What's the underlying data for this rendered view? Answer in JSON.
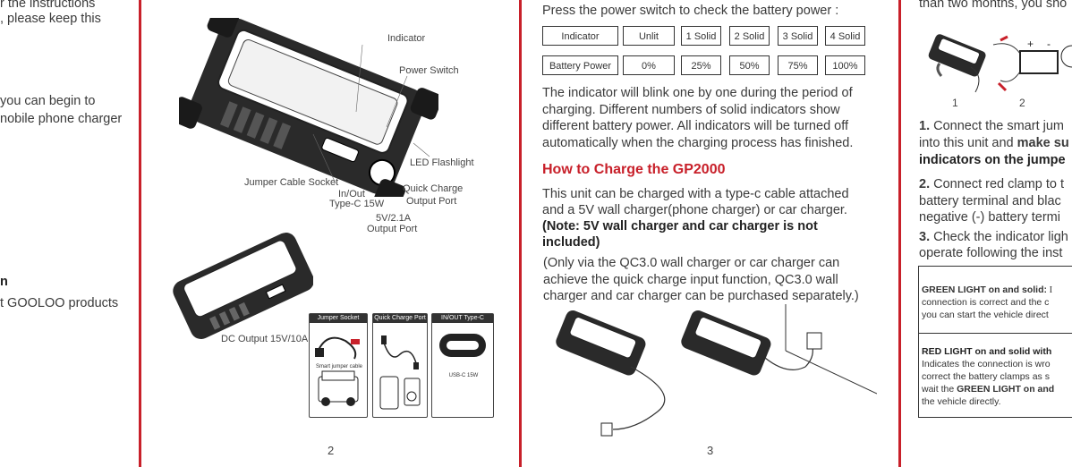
{
  "left_col": {
    "lines": [
      "r the instructions",
      ", please keep this",
      "you can begin to",
      "nobile phone charger",
      "n",
      "t GOOLOO products"
    ]
  },
  "page2": {
    "labels": {
      "indicator": "Indicator",
      "power_switch": "Power Switch",
      "led_flashlight": "LED Flashlight",
      "jumper_cable_socket": "Jumper Cable Socket",
      "inout_1": "In/Out",
      "inout_2": "Type-C 15W",
      "quick_charge_1": "Quick Charge",
      "quick_charge_2": "Output Port",
      "usb_1": "5V/2.1A",
      "usb_2": "Output Port",
      "dc_output": "DC Output 15V/10A"
    },
    "ports": [
      {
        "title": "Jumper Socket",
        "caption": "Smart jumper cable"
      },
      {
        "title": "Quick Charge Port",
        "caption": ""
      },
      {
        "title": "IN/OUT Type-C",
        "caption": "USB-C 15W"
      }
    ],
    "page_number": "2"
  },
  "page3": {
    "intro": "Press the power switch to check the battery power :",
    "table": {
      "row1": [
        "Indicator",
        "Unlit",
        "1 Solid",
        "2 Solid",
        "3 Solid",
        "4 Solid"
      ],
      "row2": [
        "Battery Power",
        "0%",
        "25%",
        "50%",
        "75%",
        "100%"
      ]
    },
    "para1": [
      "The indicator will blink one by one during the period of",
      "charging. Different numbers of solid indicators show",
      "different battery power. All indicators will be turned off",
      "automatically when the charging process has finished."
    ],
    "heading": "How to Charge the GP2000",
    "para2": [
      "This unit can be charged with a type-c cable attached",
      "and a 5V wall charger(phone charger) or car charger."
    ],
    "note": [
      "(Note: 5V wall charger and car charger is not",
      "included)"
    ],
    "para3": [
      "(Only via the QC3.0 wall charger or car charger can",
      "achieve the quick charge input function, QC3.0 wall",
      "charger and car charger can be purchased separately.)"
    ],
    "page_number": "3"
  },
  "page4": {
    "top": "than two months, you sho",
    "step_nums": [
      "1",
      "2"
    ],
    "step1_num": "1.",
    "step1_lines": [
      "Connect the smart jum",
      "into this unit and ",
      "indicators on the jumpe"
    ],
    "step1_bold": "make su",
    "step2_num": "2.",
    "step2_lines": [
      "Connect red clamp to t",
      "battery terminal and blac",
      "negative (-) battery termi"
    ],
    "step3_num": "3.",
    "step3_lines": [
      "Check the indicator ligh",
      "operate following the inst"
    ],
    "green_title": "GREEN LIGHT on and solid:",
    "green_rest": " I",
    "green_lines": [
      "connection is correct and the c",
      "you can start the vehicle direct"
    ],
    "red_title": "RED LIGHT on and solid with",
    "red_lines": [
      "Indicates the connection is wro",
      "correct the battery clamps as s"
    ],
    "red_wait": "wait the ",
    "red_wait_bold": "GREEN LIGHT on and",
    "red_last": "the vehicle directly."
  }
}
